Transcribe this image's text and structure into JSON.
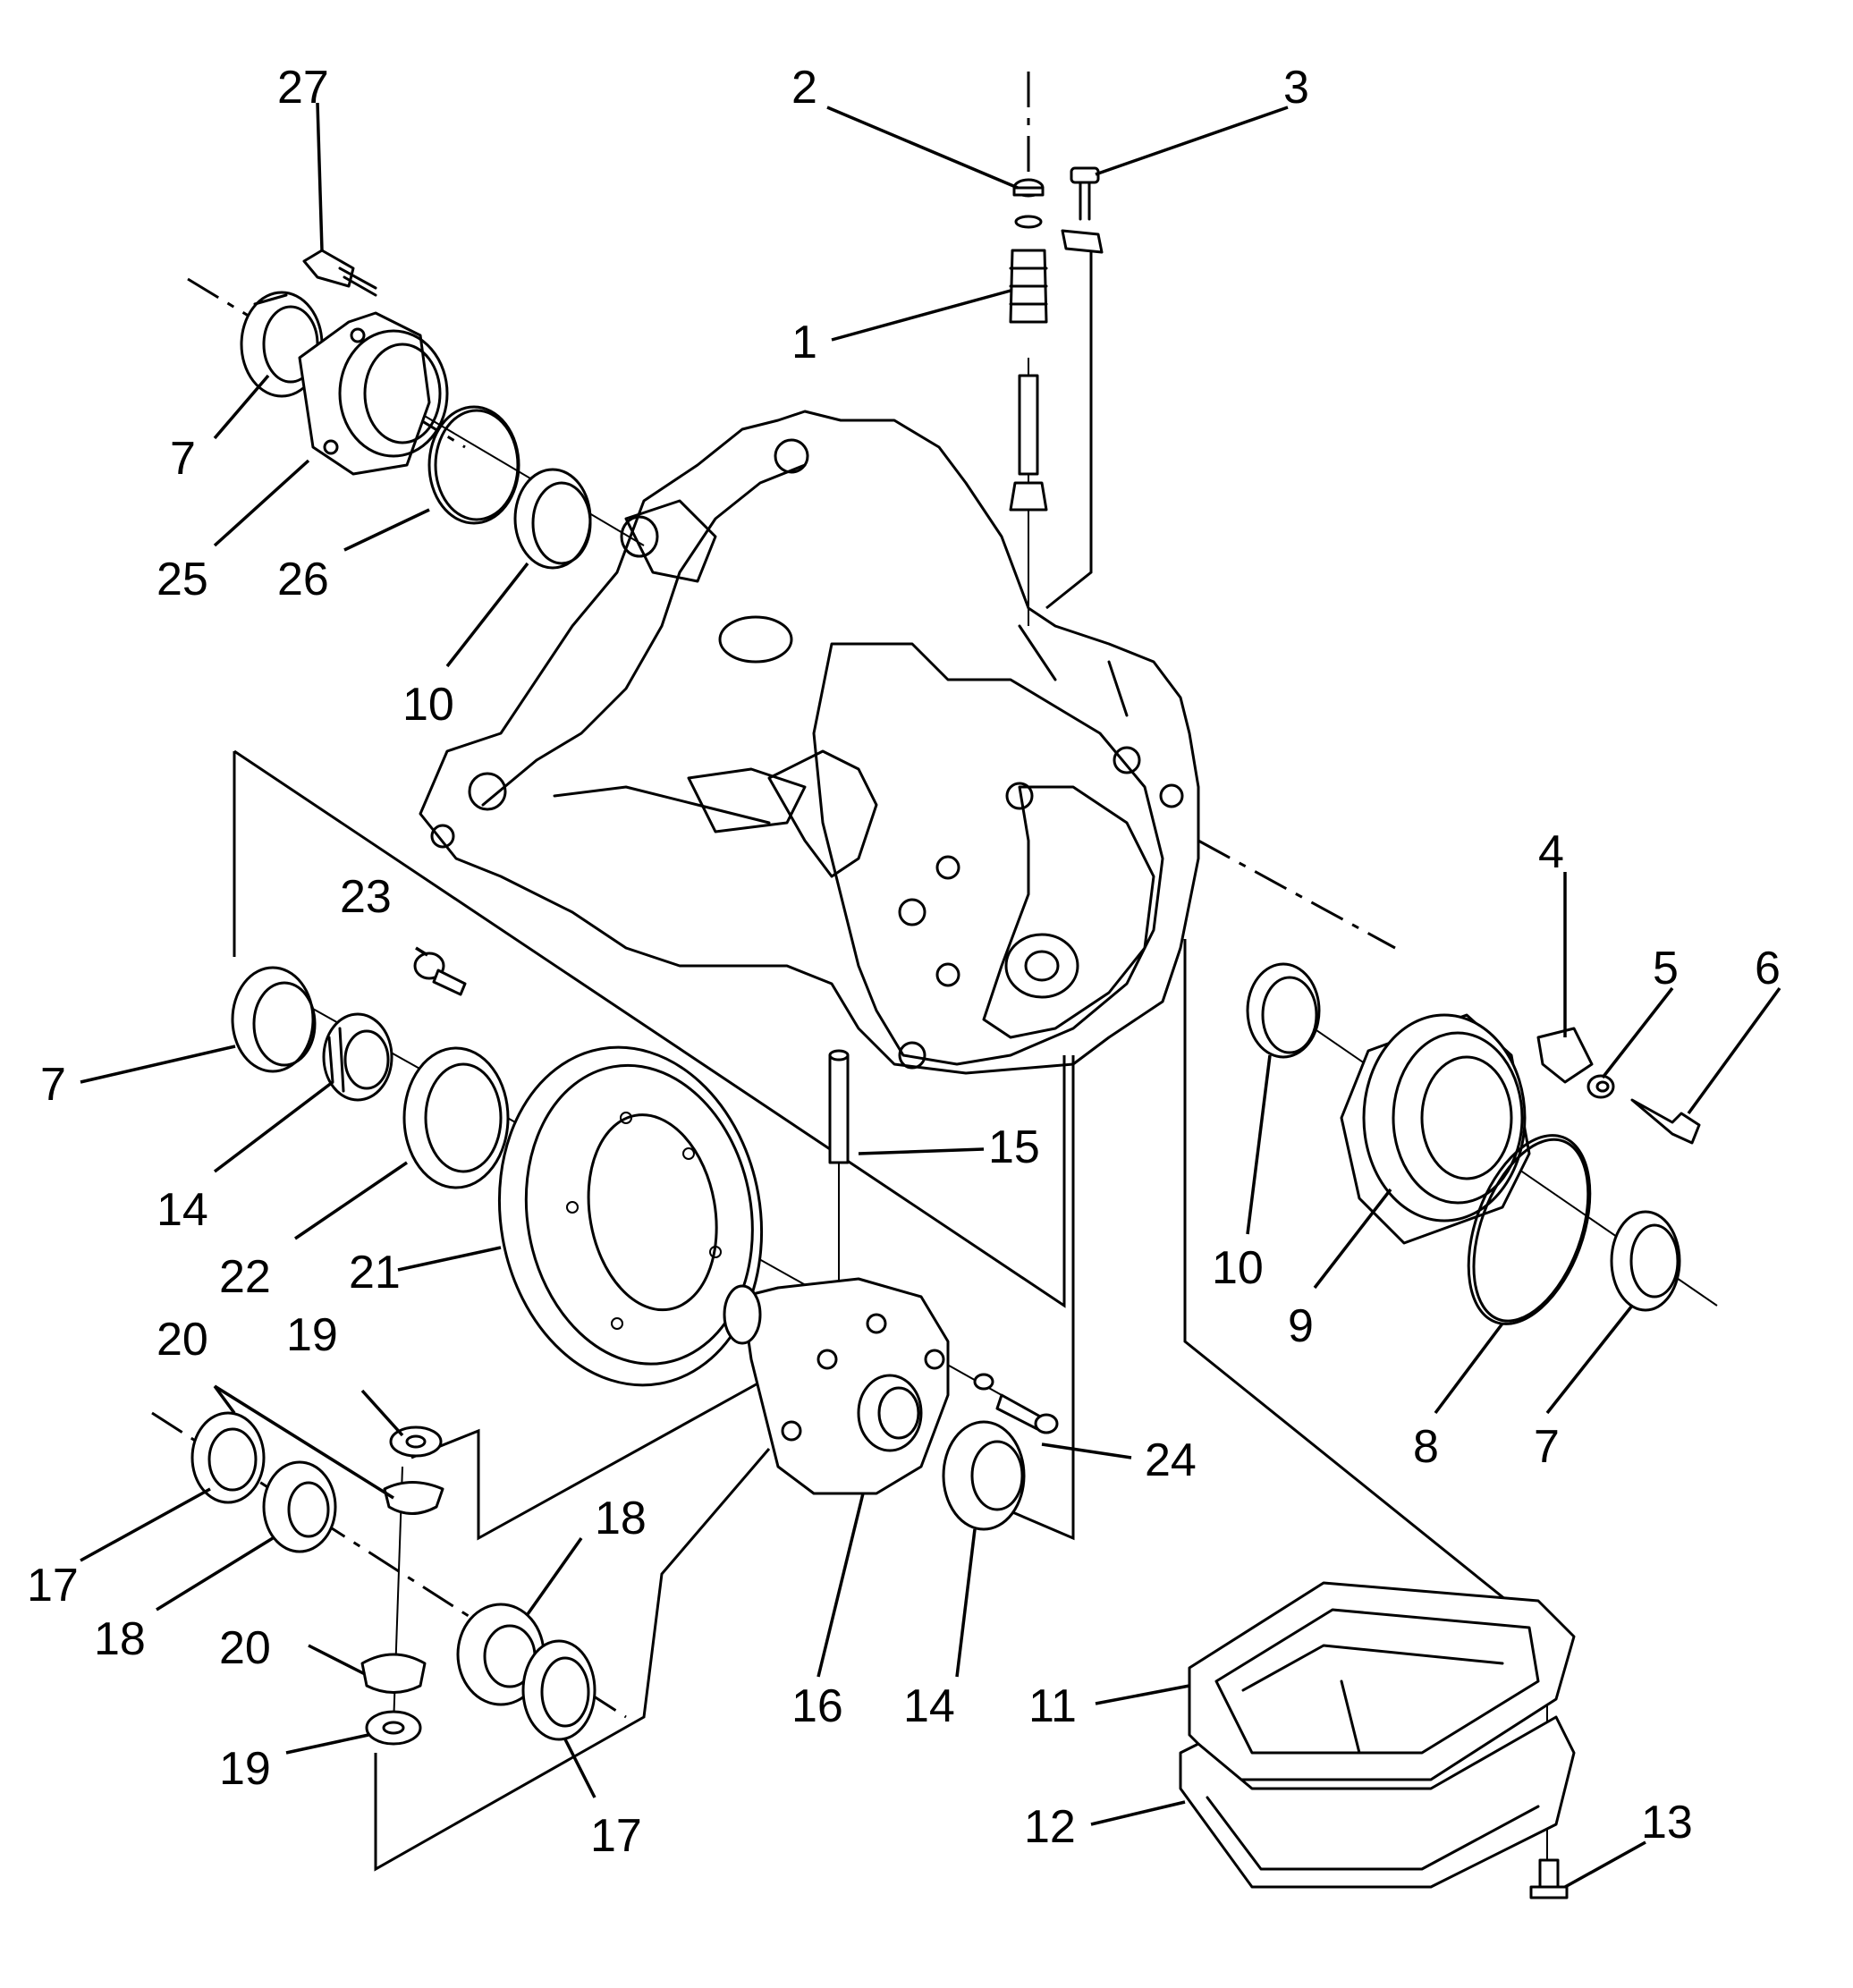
{
  "colors": {
    "ink": "#000000",
    "paper": "#ffffff"
  },
  "callouts": [
    {
      "id": "c1",
      "label": "1"
    },
    {
      "id": "c2",
      "label": "2"
    },
    {
      "id": "c3",
      "label": "3"
    },
    {
      "id": "c4",
      "label": "4"
    },
    {
      "id": "c5",
      "label": "5"
    },
    {
      "id": "c6",
      "label": "6"
    },
    {
      "id": "c7a",
      "label": "7"
    },
    {
      "id": "c7b",
      "label": "7"
    },
    {
      "id": "c7c",
      "label": "7"
    },
    {
      "id": "c8",
      "label": "8"
    },
    {
      "id": "c9",
      "label": "9"
    },
    {
      "id": "c10a",
      "label": "10"
    },
    {
      "id": "c10b",
      "label": "10"
    },
    {
      "id": "c11",
      "label": "11"
    },
    {
      "id": "c12",
      "label": "12"
    },
    {
      "id": "c13",
      "label": "13"
    },
    {
      "id": "c14a",
      "label": "14"
    },
    {
      "id": "c14b",
      "label": "14"
    },
    {
      "id": "c15",
      "label": "15"
    },
    {
      "id": "c16",
      "label": "16"
    },
    {
      "id": "c17a",
      "label": "17"
    },
    {
      "id": "c17b",
      "label": "17"
    },
    {
      "id": "c18a",
      "label": "18"
    },
    {
      "id": "c18b",
      "label": "18"
    },
    {
      "id": "c19a",
      "label": "19"
    },
    {
      "id": "c19b",
      "label": "19"
    },
    {
      "id": "c20a",
      "label": "20"
    },
    {
      "id": "c20b",
      "label": "20"
    },
    {
      "id": "c21",
      "label": "21"
    },
    {
      "id": "c22",
      "label": "22"
    },
    {
      "id": "c23",
      "label": "23"
    },
    {
      "id": "c24",
      "label": "24"
    },
    {
      "id": "c25",
      "label": "25"
    },
    {
      "id": "c26",
      "label": "26"
    },
    {
      "id": "c27",
      "label": "27"
    }
  ]
}
